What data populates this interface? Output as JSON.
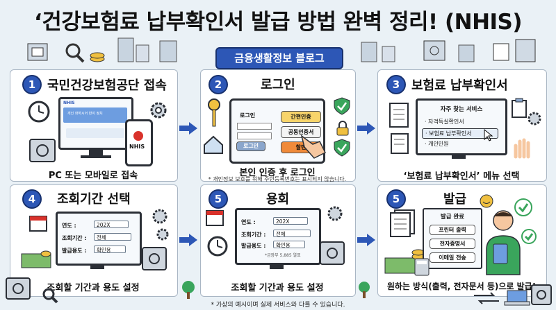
{
  "header": {
    "title": "‘건강보험료 납부확인서 발급 방법 완벽 정리! (NHIS)",
    "banner": "금융생활정보 블로그"
  },
  "steps": [
    {
      "number": "1",
      "title": "국민건강보험공단 접속",
      "caption": "PC 또는 모바일로 접속",
      "screen": {
        "site_logo": "NHIS",
        "headline": "개인 화하시어 반지 정치"
      },
      "phone_logo": "NHIS"
    },
    {
      "number": "2",
      "title": "로그인",
      "caption": "본인 인증 후 로그인",
      "note": "* 개인정보 보호를 위해 주민등록번호는 표시되지 않습니다.",
      "login_label": "로그인",
      "login_button": "로그인",
      "options": [
        "간편인증",
        "공동인증서",
        "찰맨"
      ]
    },
    {
      "number": "3",
      "title": "보험료 납부확인서",
      "caption": "‘보험료 납부확인서’ 메뉴 선택",
      "menu_title": "자주 찾는 서비스",
      "menu_items": [
        "· 자격득실확인서",
        "· 보험료 납부확인서",
        "· 개인민원"
      ]
    },
    {
      "number": "4",
      "title": "조회기간 선택",
      "caption": "조회할 기간과 용도 설정",
      "fields": [
        {
          "label": "연도 :",
          "value": "202X"
        },
        {
          "label": "조회기간 :",
          "value": "전체"
        },
        {
          "label": "발급용도 :",
          "value": "확인용"
        }
      ]
    },
    {
      "number": "5",
      "title": "용회",
      "caption": "조회할 기간과 용도 설정",
      "fields": [
        {
          "label": "연도 :",
          "value": "202X"
        },
        {
          "label": "조회기간 :",
          "value": "전체"
        },
        {
          "label": "발급용도 :",
          "value": "확인용"
        }
      ],
      "screen_note": "*금장부 5,885 열표"
    },
    {
      "number": "5",
      "title": "발급",
      "caption": "원하는 방식(출력, 전자문서 등)으로 발급!",
      "options": [
        "발급 완료",
        "프린터 출력",
        "전자증명서",
        "이메일 전송"
      ]
    }
  ],
  "footer": "* 가상의 예시이며 실제 서비스와 다를 수 있습니다.",
  "colors": {
    "accent": "#2d57b6",
    "background": "#eaf1f6",
    "orange": "#f5a623",
    "green": "#3aa55c"
  }
}
